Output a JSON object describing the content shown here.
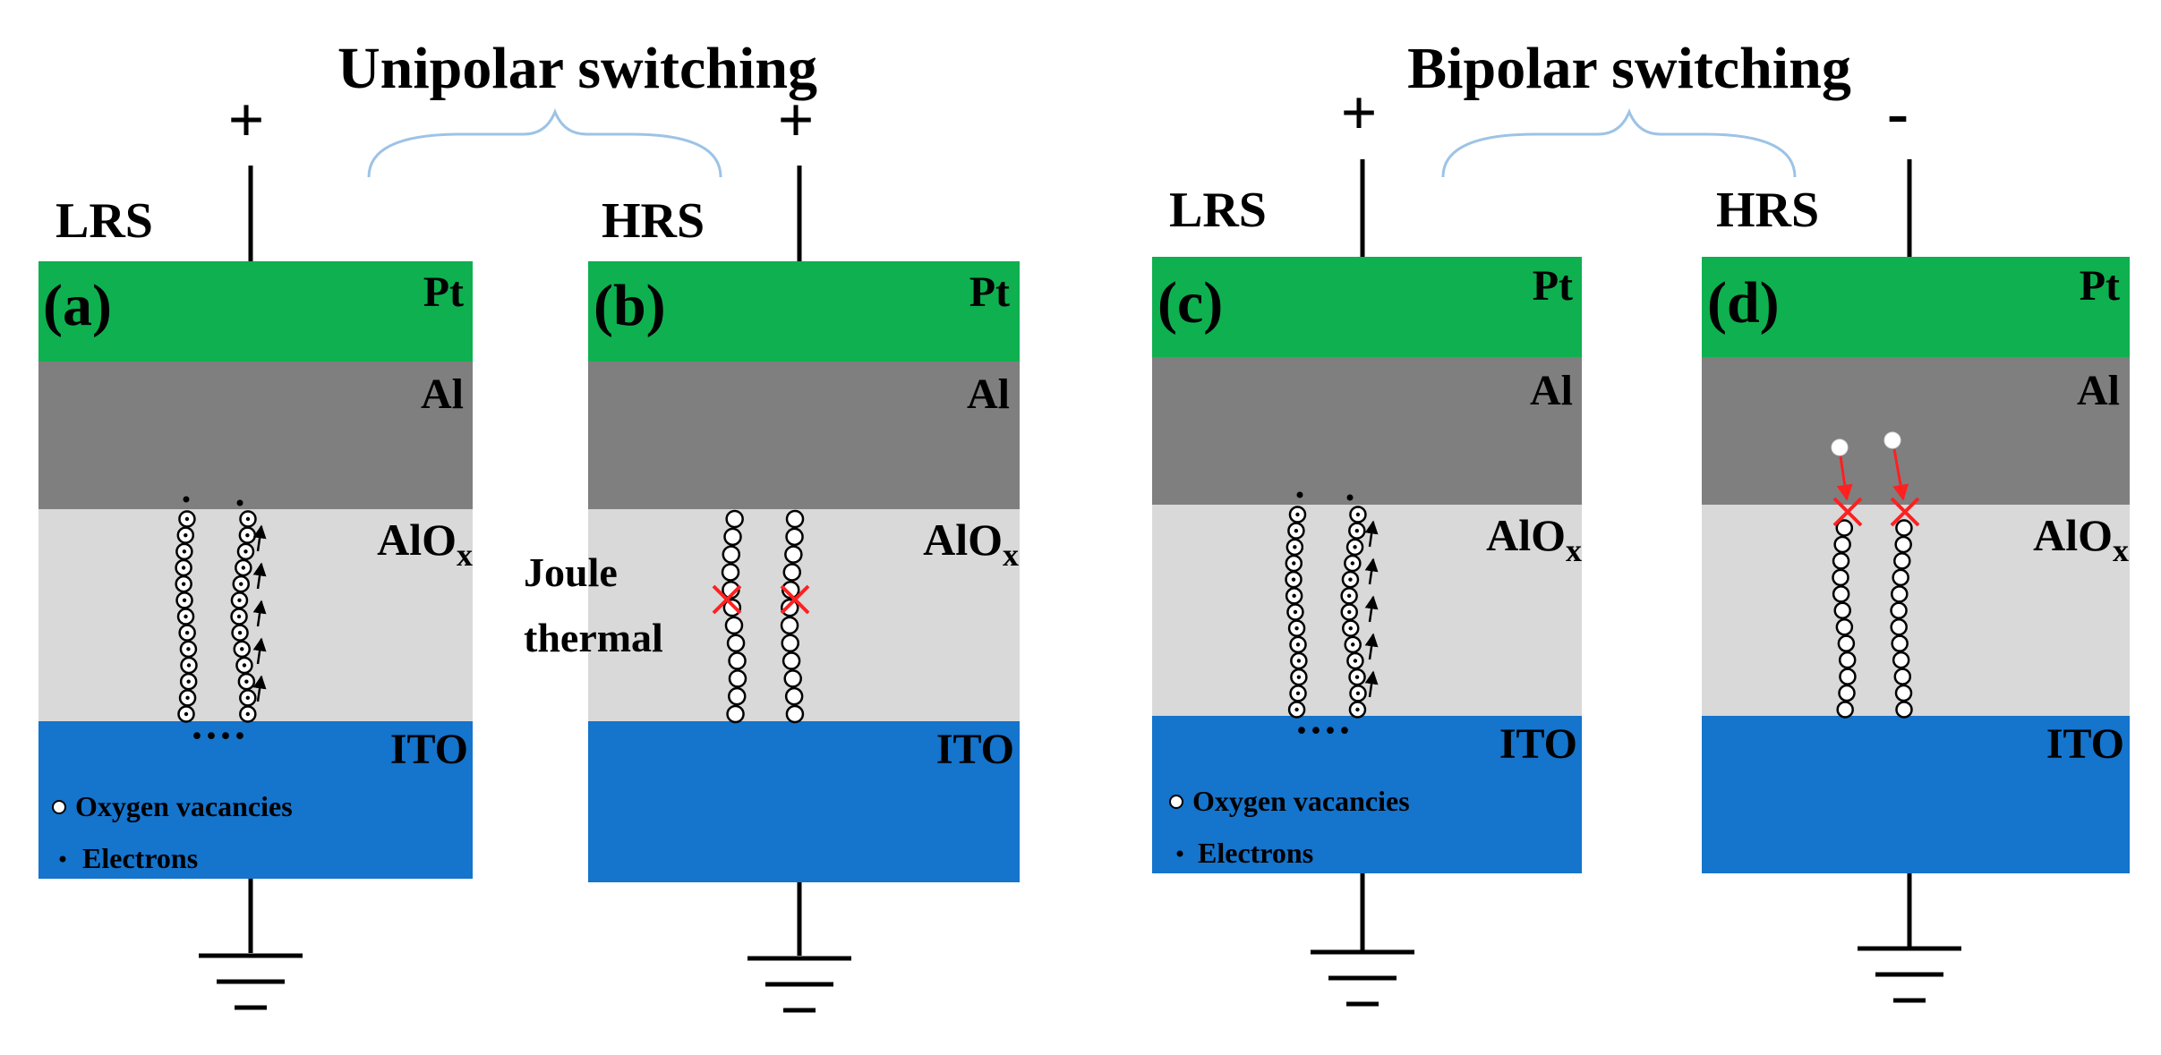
{
  "titles": {
    "unipolar": "Unipolar switching",
    "bipolar": "Bipolar switching"
  },
  "panels": [
    {
      "id": "a",
      "label": "(a)",
      "state": "LRS",
      "polarity": "+",
      "pt": "Pt",
      "al": "Al",
      "alox_main": "AlO",
      "alox_sub": "x",
      "ito": "ITO"
    },
    {
      "id": "b",
      "label": "(b)",
      "state": "HRS",
      "polarity": "+",
      "pt": "Pt",
      "al": "Al",
      "alox_main": "AlO",
      "alox_sub": "x",
      "ito": "ITO"
    },
    {
      "id": "c",
      "label": "(c)",
      "state": "LRS",
      "polarity": "+",
      "pt": "Pt",
      "al": "Al",
      "alox_main": "AlO",
      "alox_sub": "x",
      "ito": "ITO"
    },
    {
      "id": "d",
      "label": "(d)",
      "state": "HRS",
      "polarity": "-",
      "pt": "Pt",
      "al": "Al",
      "alox_main": "AlO",
      "alox_sub": "x",
      "ito": "ITO"
    }
  ],
  "legend": {
    "vacancies": "Oxygen vacancies",
    "electrons": "Electrons"
  },
  "joule": {
    "line1": "Joule",
    "line2": "thermal"
  },
  "electron_row": "····",
  "colors": {
    "pt": "#0fb050",
    "al": "#7f7f7f",
    "alox": "#d9d9d9",
    "ito": "#1574cc",
    "brace": "#9dc3e6",
    "break_mark": "#ff2020"
  }
}
